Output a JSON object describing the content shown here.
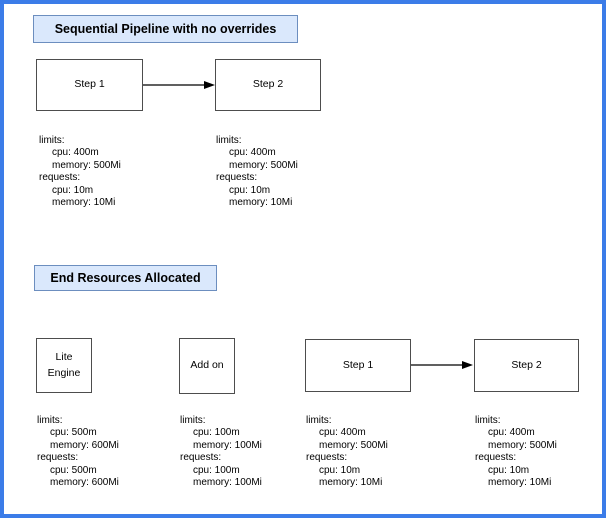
{
  "palette": {
    "frame_border": "#3b7ce8",
    "title_fill": "#dae8fc",
    "title_border": "#6c8ebf",
    "node_border": "#4d4d4d",
    "arrow": "#000000",
    "text": "#000000"
  },
  "sections": [
    {
      "title": "Sequential Pipeline with no overrides",
      "nodes": [
        {
          "label": "Step 1",
          "resource_lines": [
            "limits:",
            "cpu: 400m",
            "memory: 500Mi",
            "requests:",
            "cpu: 10m",
            "memory: 10Mi"
          ]
        },
        {
          "label": "Step 2",
          "resource_lines": [
            "limits:",
            "cpu: 400m",
            "memory: 500Mi",
            "requests:",
            "cpu: 10m",
            "memory: 10Mi"
          ]
        }
      ]
    },
    {
      "title": "End Resources Allocated",
      "nodes": [
        {
          "label": "Lite Engine",
          "resource_lines": [
            "limits:",
            "cpu: 500m",
            "memory: 600Mi",
            "requests:",
            "cpu: 500m",
            "memory: 600Mi"
          ]
        },
        {
          "label": "Add on",
          "resource_lines": [
            "limits:",
            "cpu: 100m",
            "memory: 100Mi",
            "requests:",
            "cpu: 100m",
            "memory: 100Mi"
          ]
        },
        {
          "label": "Step 1",
          "resource_lines": [
            "limits:",
            "cpu: 400m",
            "memory: 500Mi",
            "requests:",
            "cpu: 10m",
            "memory: 10Mi"
          ]
        },
        {
          "label": "Step 2",
          "resource_lines": [
            "limits:",
            "cpu: 400m",
            "memory: 500Mi",
            "requests:",
            "cpu: 10m",
            "memory: 10Mi"
          ]
        }
      ]
    }
  ]
}
